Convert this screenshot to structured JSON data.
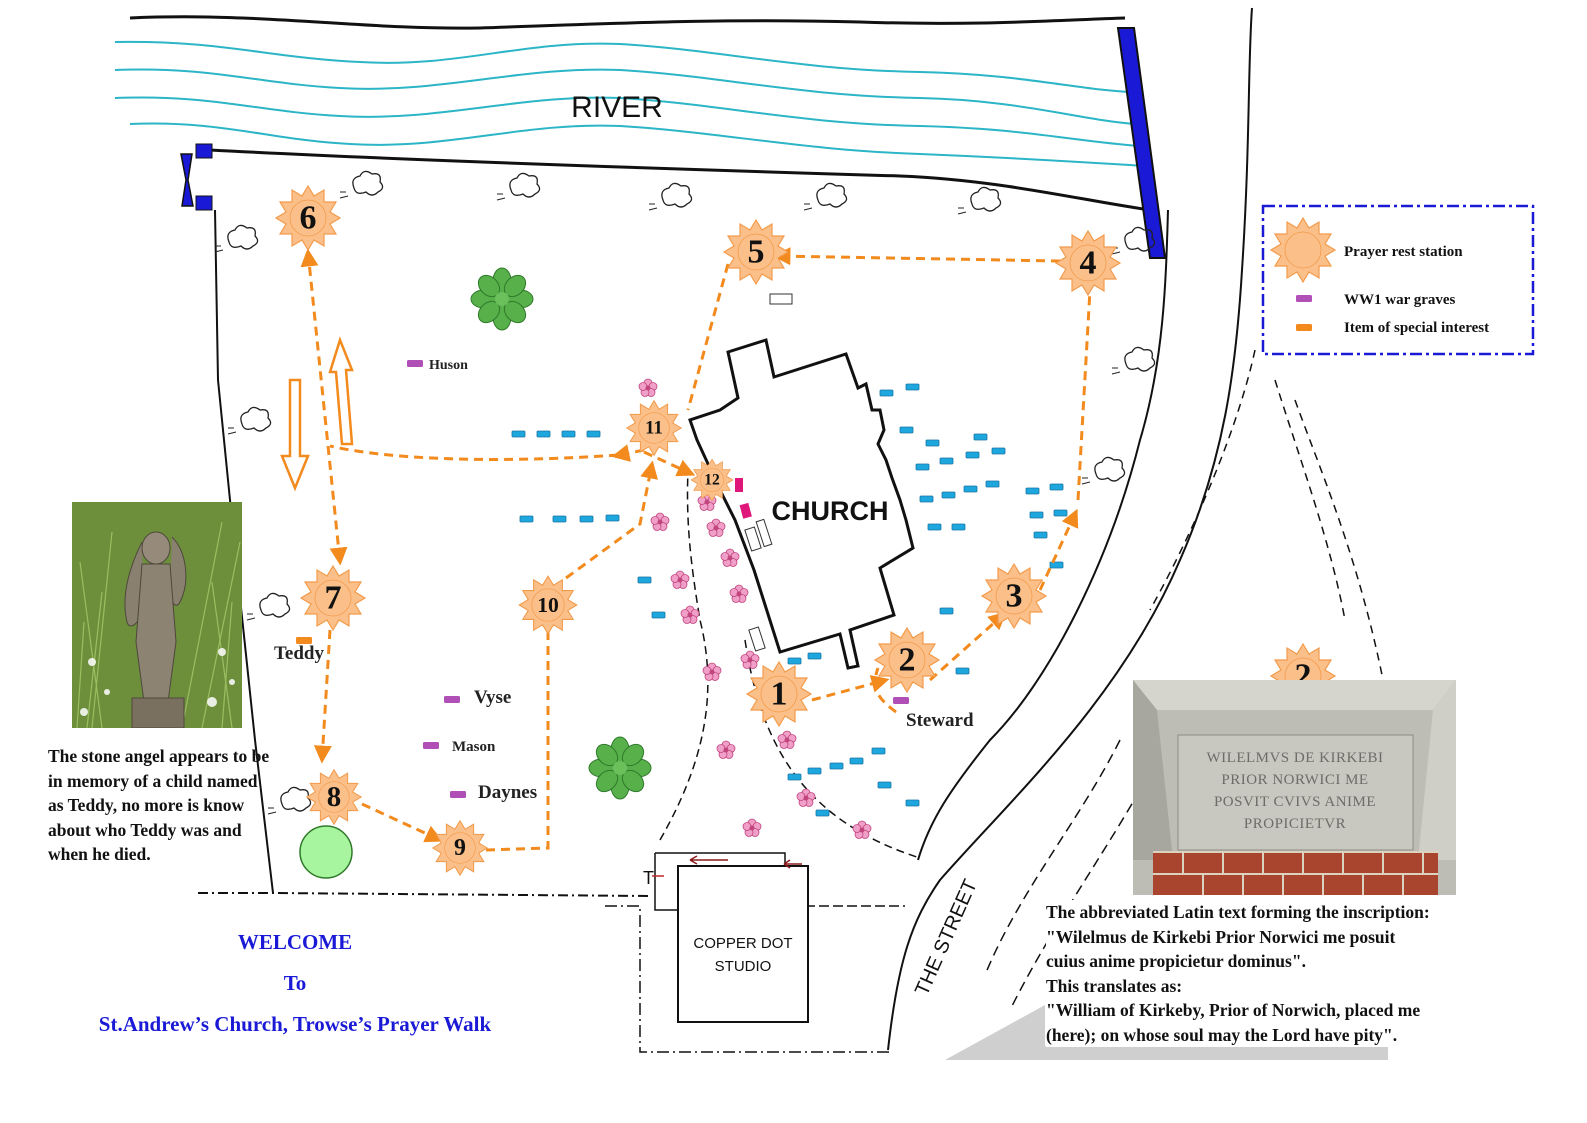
{
  "map": {
    "river_label": "RIVER",
    "church_label": "CHURCH",
    "studio_label_line1": "COPPER DOT",
    "studio_label_line2": "STUDIO",
    "street_label": "THE STREET",
    "toilet_marker": "T"
  },
  "legend": {
    "items": [
      {
        "label": "Prayer rest station",
        "icon": "prayer-station-icon",
        "color": "#fbc08a"
      },
      {
        "label": "WW1 war graves",
        "icon": "war-grave-marker",
        "color": "#b04fb5"
      },
      {
        "label": "Item of special interest",
        "icon": "special-interest-marker",
        "color": "#f28a1d"
      }
    ],
    "border_color": "#1a1ad6"
  },
  "stations": [
    "1",
    "2",
    "3",
    "4",
    "5",
    "6",
    "7",
    "8",
    "9",
    "10",
    "11",
    "12"
  ],
  "plaque_station": "2",
  "graves": {
    "huson": "Huson",
    "vyse": "Vyse",
    "mason": "Mason",
    "daynes": "Daynes",
    "steward": "Steward",
    "teddy": "Teddy"
  },
  "angel_caption": "The stone angel appears to be in memory of a child named as Teddy, no more is know about who Teddy was and when he died.",
  "plaque_caption": {
    "line1": "The abbreviated Latin text forming the inscription:",
    "line2": "\"Wilelmus de Kirkebi Prior Norwici me posuit",
    "line3": "cuius anime propicietur dominus\".",
    "line4": "This translates as:",
    "line5": "\"William of Kirkeby, Prior of Norwich, placed me",
    "line6": "(here); on whose soul may the Lord have pity\"."
  },
  "plaque_inscription": {
    "line1": "WILELMVS DE KIRKEBI",
    "line2": "PRIOR NORWICI ME",
    "line3": "POSVIT CVIVS ANIME",
    "line4": "PROPICIETVR"
  },
  "welcome": {
    "line1": "WELCOME",
    "line2": "To",
    "line3": "St.Andrew’s Church, Trowse’s Prayer Walk"
  },
  "colors": {
    "route": "#f28a1d",
    "station_fill": "#fbc08a",
    "river_wave": "#2bb5c7",
    "sluice": "#1a1ad6",
    "headstone": "#1ea7de",
    "ww1_grave": "#b04fb5",
    "welcome_text": "#1a1ad6",
    "tree_green": "#58b04a",
    "flower_pink": "#e77ab0"
  }
}
